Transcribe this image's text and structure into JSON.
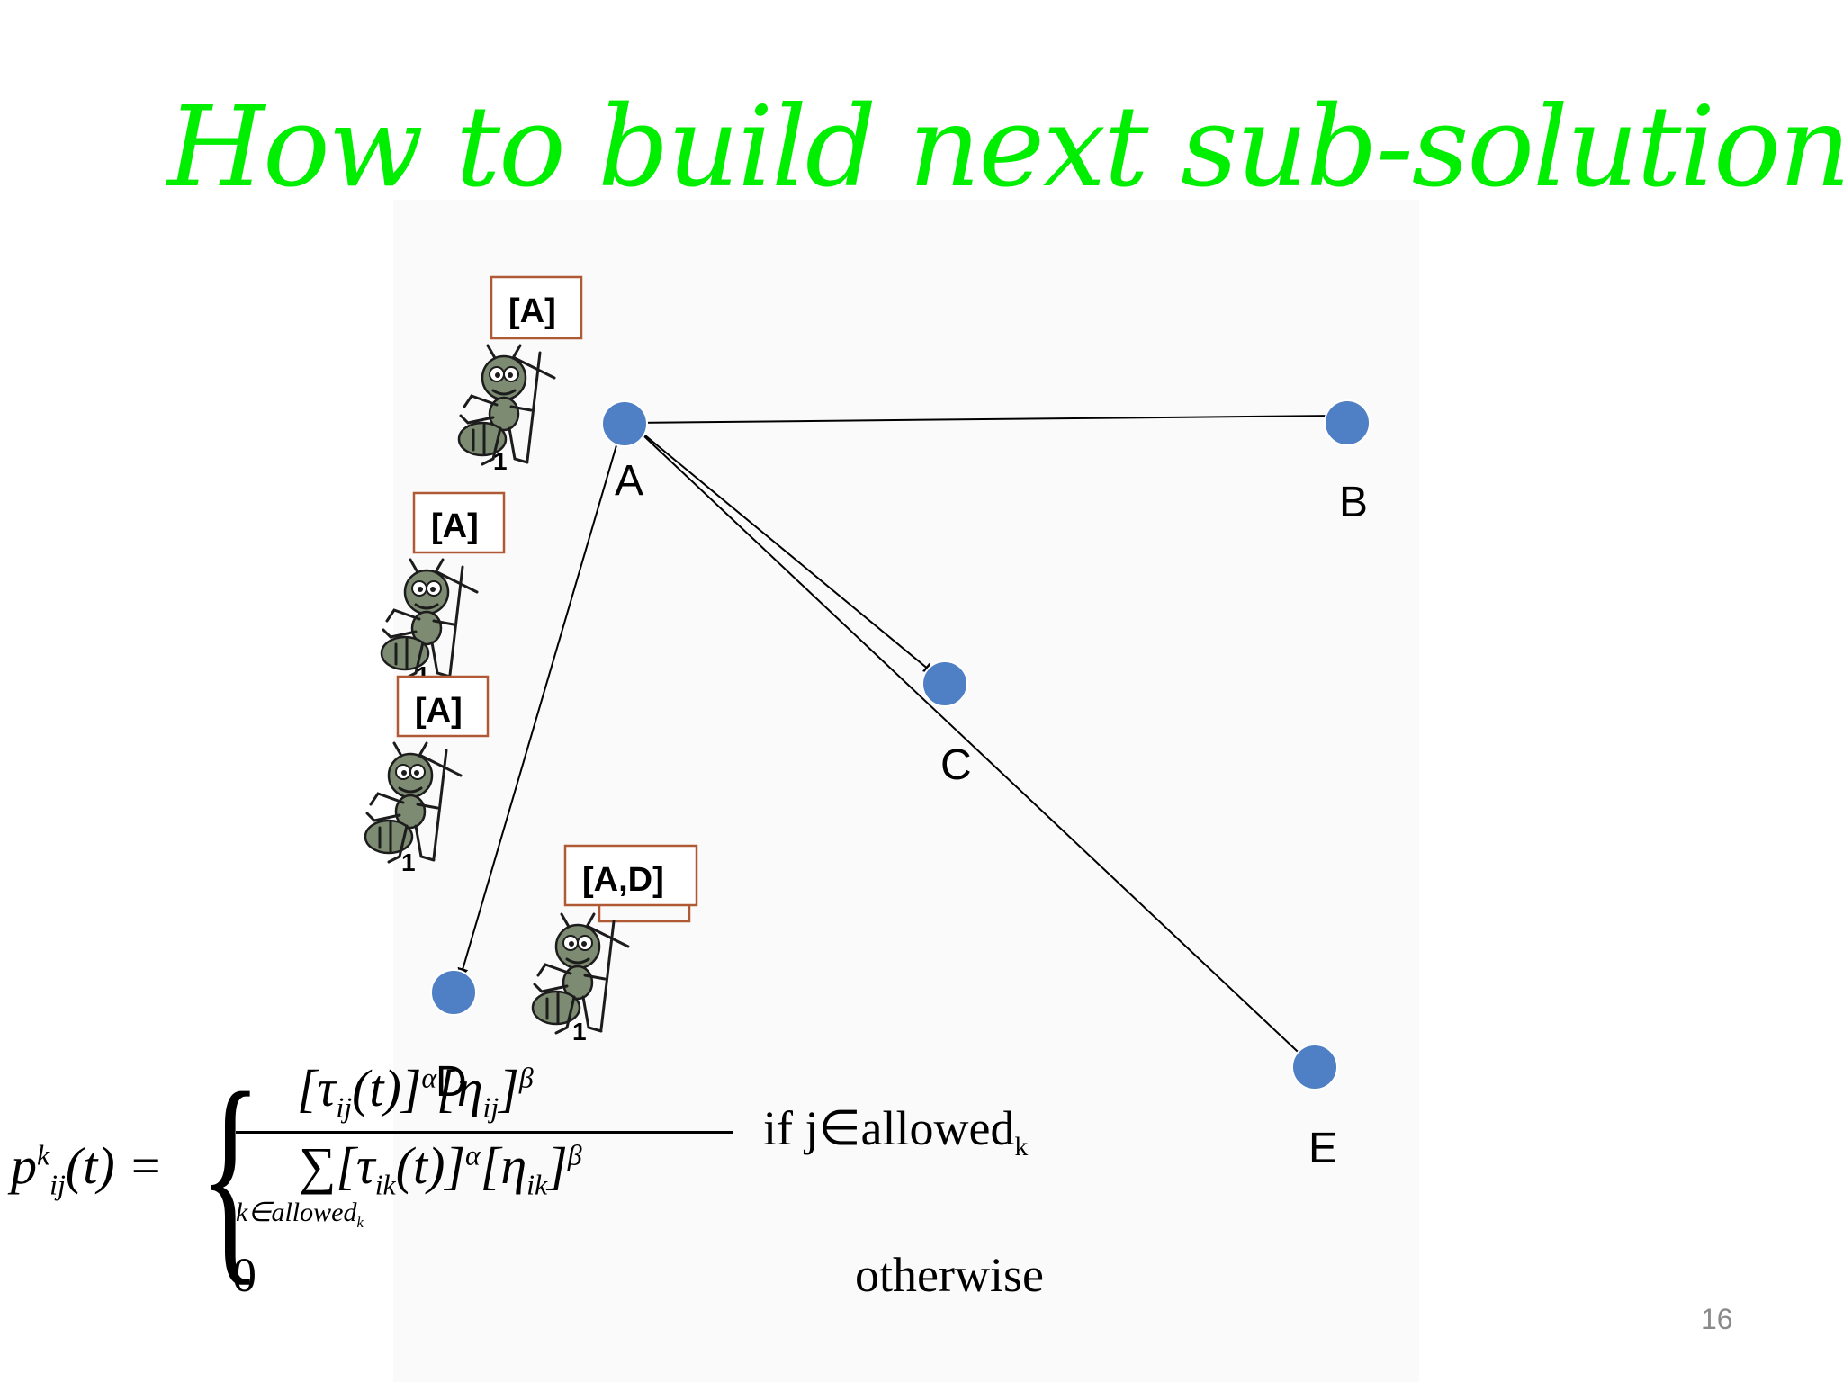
{
  "title": "How to build next sub-solution?",
  "slide_number": "16",
  "nodes": {
    "A": "A",
    "B": "B",
    "C": "C",
    "D": "D",
    "E": "E"
  },
  "node_color": "#4f7fc4",
  "ants": [
    {
      "tabu": "[A]",
      "number": "1"
    },
    {
      "tabu": "[A]",
      "number": "1"
    },
    {
      "tabu": "[A]",
      "number": "1"
    },
    {
      "tabu": "[A,D]",
      "number": "1"
    }
  ],
  "formula": {
    "condition_if": "if  j∈allowed",
    "condition_if_sub": "k",
    "otherwise": "otherwise",
    "zero": "0",
    "sum_subscript": "k∈allowed",
    "sum_subscript_k": "k"
  }
}
